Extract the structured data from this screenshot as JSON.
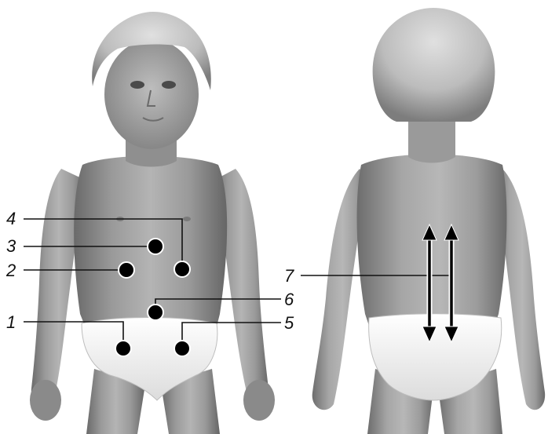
{
  "figure": {
    "labels": [
      "1",
      "2",
      "3",
      "4",
      "5",
      "6",
      "7"
    ]
  },
  "colors": {
    "background": "#ffffff",
    "skin_light": "#bdbdbd",
    "skin_mid": "#8e8e8e",
    "skin_dark": "#5a5a5a",
    "hair": "#c9c9c9",
    "underwear": "#f4f4f4",
    "marker": "#000000",
    "leader_line": "#111111"
  }
}
